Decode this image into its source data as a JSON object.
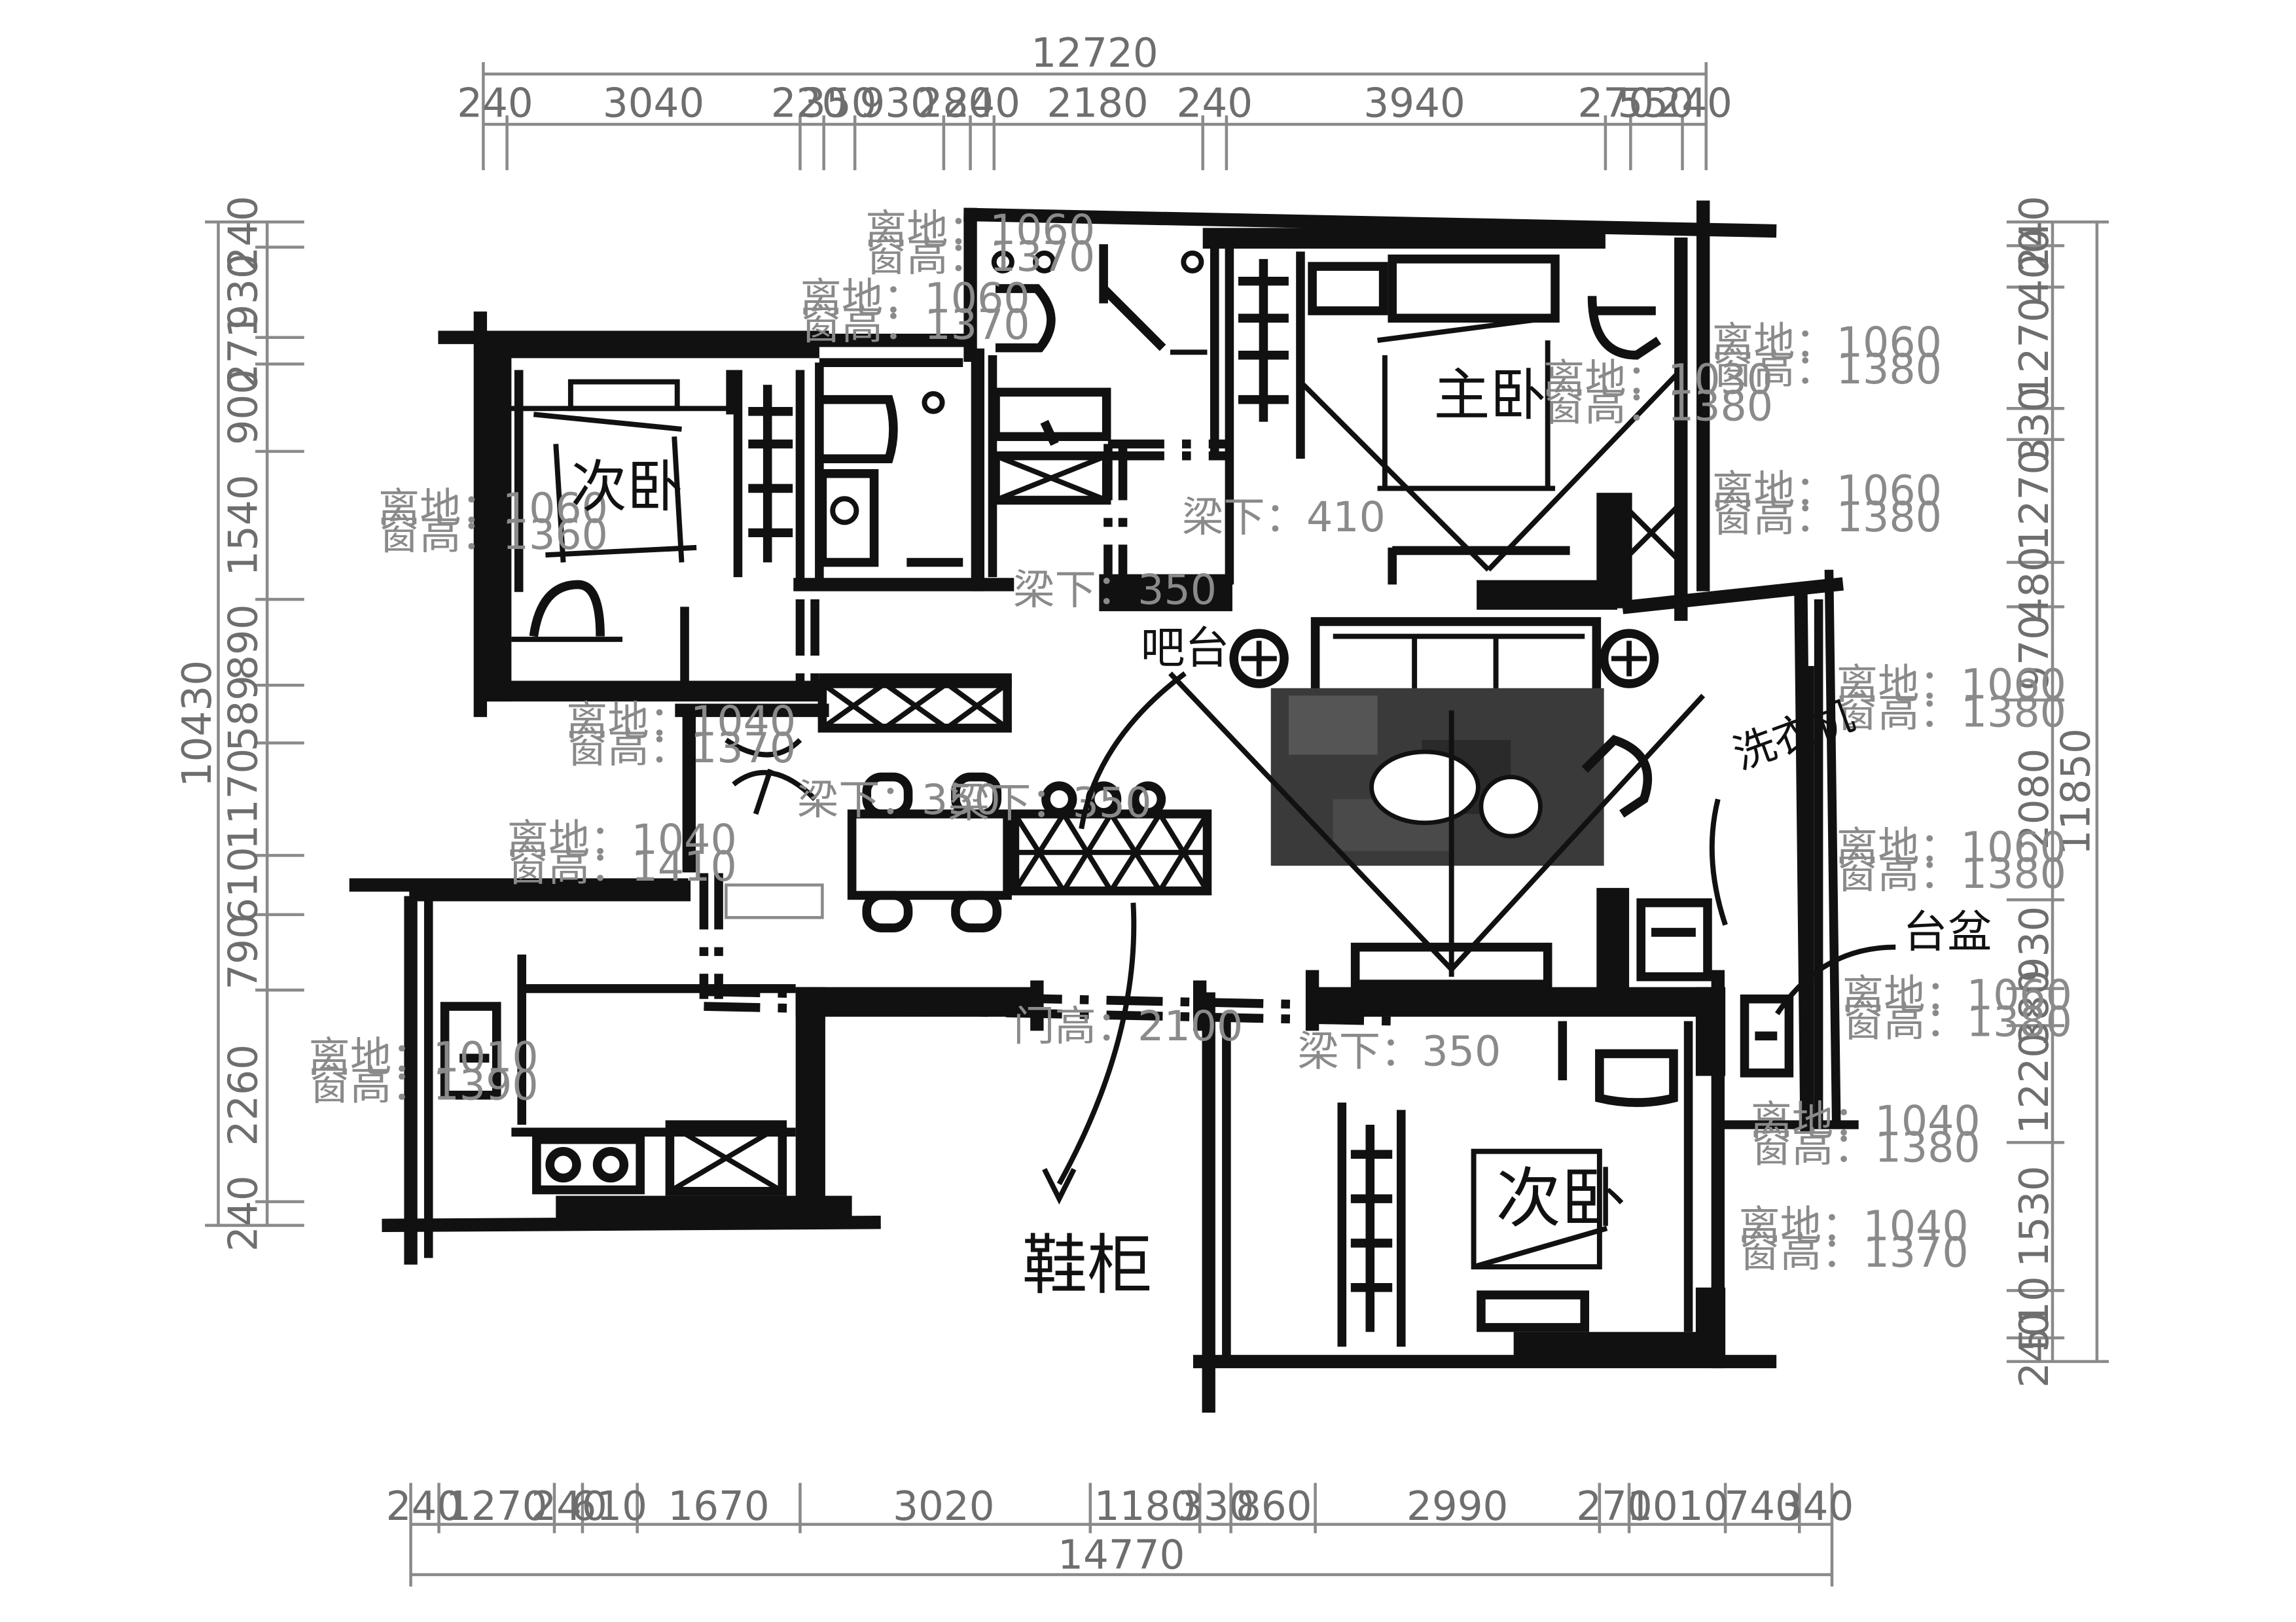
{
  "dimensions": {
    "top_total": "12720",
    "top": [
      "240",
      "3040",
      "220",
      "350",
      "930",
      "280",
      "240",
      "2180",
      "240",
      "3940",
      "270",
      "550",
      "240"
    ],
    "bottom_total": "14770",
    "bottom": [
      "240",
      "1270",
      "240",
      "610",
      "1670",
      "3020",
      "1180",
      "330",
      "860",
      "2990",
      "270",
      "1010",
      "740",
      "340"
    ],
    "left_total": "10430",
    "left": [
      "240",
      "930",
      "271",
      "900",
      "1540",
      "890",
      "589",
      "1170",
      "610",
      "790",
      "2260",
      "240"
    ],
    "right_total": "11850",
    "right": [
      "240",
      "400",
      "1270",
      "330",
      "1270",
      "480",
      "970",
      "2080",
      "930",
      "380",
      "1220",
      "1530",
      "510",
      "240"
    ]
  },
  "window_notes": [
    {
      "a": "离地：1060",
      "b": "窗高：1370"
    },
    {
      "a": "离地：1060",
      "b": "窗高：1370"
    },
    {
      "a": "离地：1060",
      "b": "窗高：1360"
    },
    {
      "a": "离地：1040",
      "b": "窗高：1370"
    },
    {
      "a": "离地：1040",
      "b": "窗高：1410"
    },
    {
      "a": "离地：1010",
      "b": "窗高：1390"
    },
    {
      "a": "离地：1060",
      "b": "窗高：1380"
    },
    {
      "a": "离地：1030",
      "b": "窗高：1380"
    },
    {
      "a": "离地：1060",
      "b": "窗高：1380"
    },
    {
      "a": "离地：1060",
      "b": "窗高：1380"
    },
    {
      "a": "离地：1060",
      "b": "窗高：1380"
    },
    {
      "a": "离地：1060",
      "b": "窗高：1380"
    },
    {
      "a": "离地：1040",
      "b": "窗高：1380"
    },
    {
      "a": "离地：1040",
      "b": "窗高：1370"
    }
  ],
  "beam_notes": {
    "b1": "梁下：410",
    "b2": "梁下：350",
    "b3": "梁下：350",
    "b4": "梁下：350",
    "b5": "梁下：350",
    "door": "门高：2100"
  },
  "room_labels": {
    "master": "主卧",
    "second_left": "次卧",
    "second_right": "次卧"
  },
  "annotations": {
    "bar": "吧台",
    "shoe": "鞋柜",
    "wash": "洗衣机",
    "basin": "台盆"
  }
}
